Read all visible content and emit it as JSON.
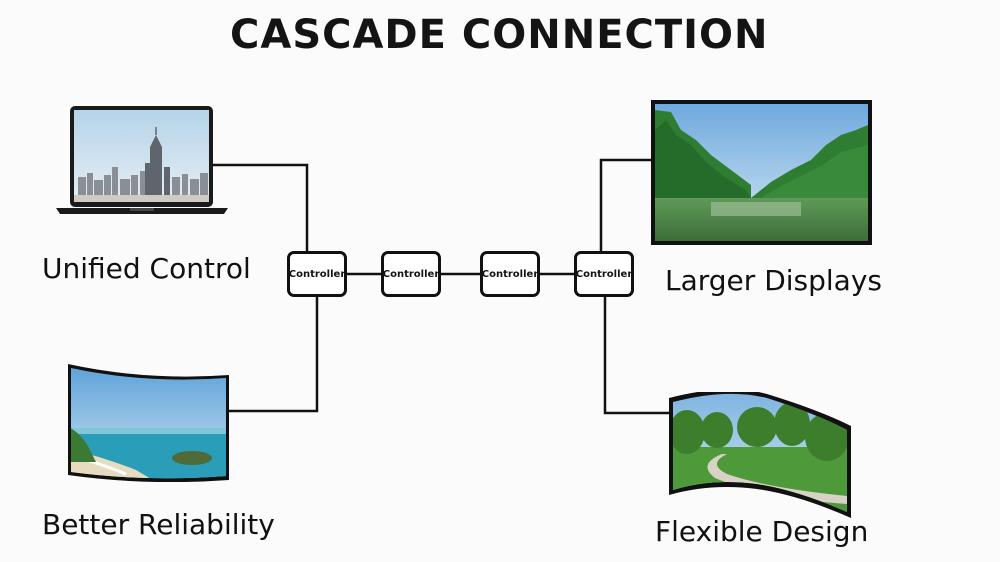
{
  "title": "CASCADE CONNECTION",
  "features": {
    "unified_control": "Unified Control",
    "better_reliability": "Better Reliability",
    "larger_displays": "Larger Displays",
    "flexible_design": "Flexible Design"
  },
  "controllers": [
    "Controller",
    "Controller",
    "Controller",
    "Controller"
  ],
  "colors": {
    "line": "#111111",
    "sky": "#9cc6ea",
    "forest": "#2f7d32",
    "sea": "#2a9db8"
  }
}
